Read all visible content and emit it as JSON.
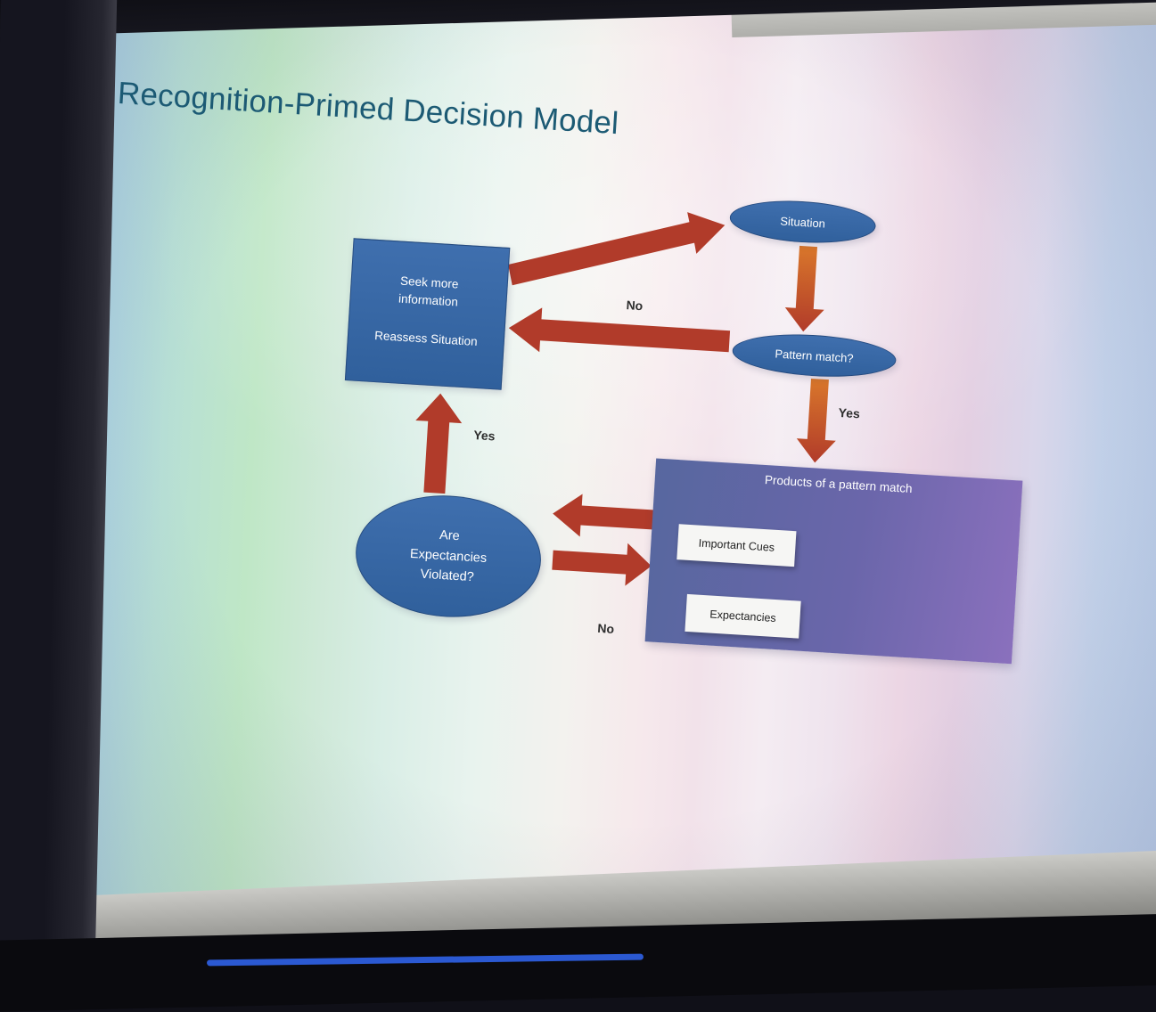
{
  "slide": {
    "title": "Recognition-Primed Decision Model",
    "nodes": {
      "situation": {
        "label": "Situation"
      },
      "seek": {
        "line1": "Seek more information",
        "line2": "Reassess Situation"
      },
      "pattern": {
        "label": "Pattern match?"
      },
      "products": {
        "title": "Products of a pattern match",
        "items": [
          "Important Cues",
          "Expectancies"
        ]
      },
      "expectancies_violated": {
        "label": "Are Expectancies Violated?"
      }
    },
    "edge_labels": {
      "no_pattern": "No",
      "yes_pattern": "Yes",
      "yes_violated": "Yes",
      "no_violated": "No"
    },
    "colors": {
      "node_blue": "#3f6fae",
      "node_blue_dark": "#30609c",
      "products_left": "#57679f",
      "products_right": "#8a70bd",
      "arrow_red": "#b13b2a",
      "arrow_orange": "#d9772b",
      "title_text": "#1c5a74",
      "label_text": "#2e2e2e",
      "accent_blue_line": "#2f62e8"
    }
  }
}
